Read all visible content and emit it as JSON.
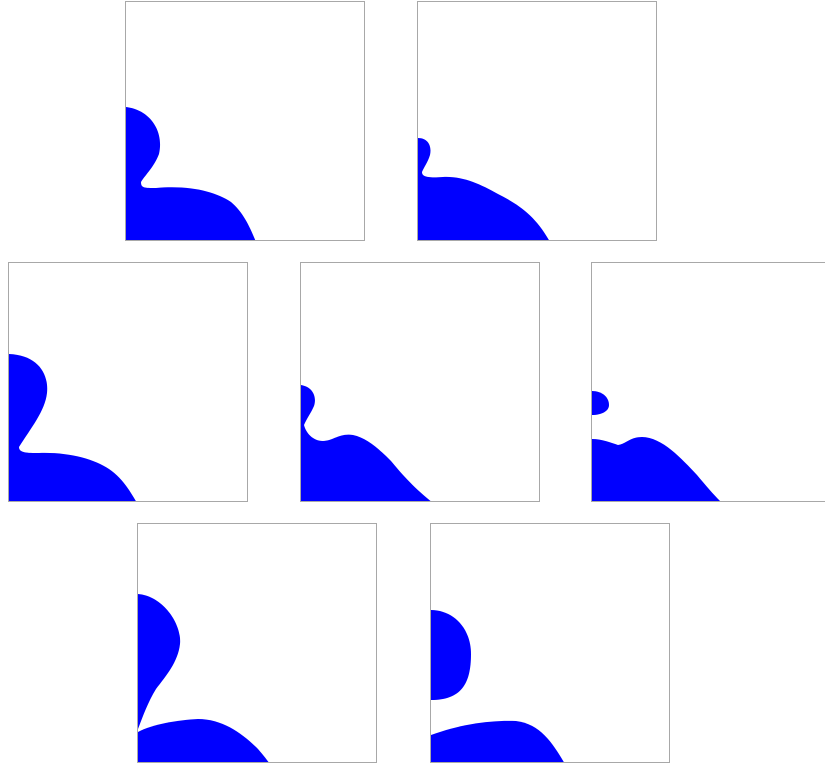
{
  "figure": {
    "fill_color": "#0000ff",
    "border_color": "#a8a8a8",
    "background_color": "#ffffff",
    "panel_count": 7,
    "rows": [
      2,
      3,
      2
    ]
  }
}
